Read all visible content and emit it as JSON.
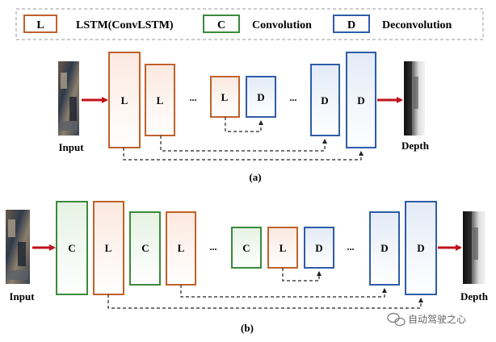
{
  "legend": {
    "items": [
      {
        "key": "L",
        "text": "LSTM(ConvLSTM)"
      },
      {
        "key": "C",
        "text": "Convolution"
      },
      {
        "key": "D",
        "text": "Deconvolution"
      }
    ]
  },
  "colors": {
    "lstm": "#c0612b",
    "conv": "#3a8a3a",
    "deconv": "#2e5ca8",
    "arrow": "#c0121a",
    "dash": "#222222"
  },
  "diagram_a": {
    "input_label": "Input",
    "output_label": "Depth",
    "caption": "(a)",
    "blocks": [
      "L",
      "L",
      "L",
      "D",
      "D",
      "D"
    ],
    "ellipsis_1": "...",
    "ellipsis_2": "..."
  },
  "diagram_b": {
    "input_label": "Input",
    "output_label": "Depth",
    "caption": "(b)",
    "blocks": [
      "C",
      "L",
      "C",
      "L",
      "C",
      "L",
      "D",
      "D",
      "D"
    ],
    "ellipsis_1": "...",
    "ellipsis_2": "..."
  },
  "watermark": {
    "icon": "wechat-icon",
    "text": "自动驾驶之心"
  }
}
